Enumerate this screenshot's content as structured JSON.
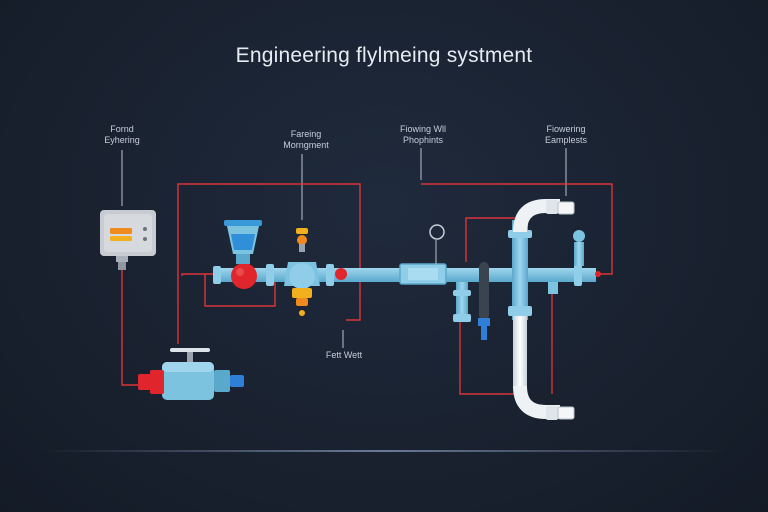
{
  "title": "Engineering flylmeing systment",
  "labels": {
    "top_left": [
      "Fornd",
      "Eyhering"
    ],
    "top_center_left": [
      "Fareing",
      "Morngment"
    ],
    "top_center_right": [
      "Fiowing Wll",
      "Phophints"
    ],
    "top_right": [
      "Fiowering",
      "Eamplests"
    ],
    "bottom_center": [
      "Fett Wett"
    ]
  },
  "colors": {
    "background": "#19212f",
    "pipe": "#7cc3e0",
    "pipe_dark": "#5aa8cc",
    "signal_line": "#d9343a",
    "valve_red": "#e0262c",
    "accent_yellow": "#f2b01e",
    "accent_orange": "#f08a1c",
    "white_pipe": "#eef2f5",
    "control_box": "#c8ccd2"
  },
  "icons": [
    "control-box-icon",
    "gate-valve-icon",
    "ball-valve-icon",
    "filter-tank-icon",
    "flow-meter-icon",
    "pressure-gauge-icon",
    "sensor-probe-icon",
    "u-bend-pipe-icon"
  ]
}
